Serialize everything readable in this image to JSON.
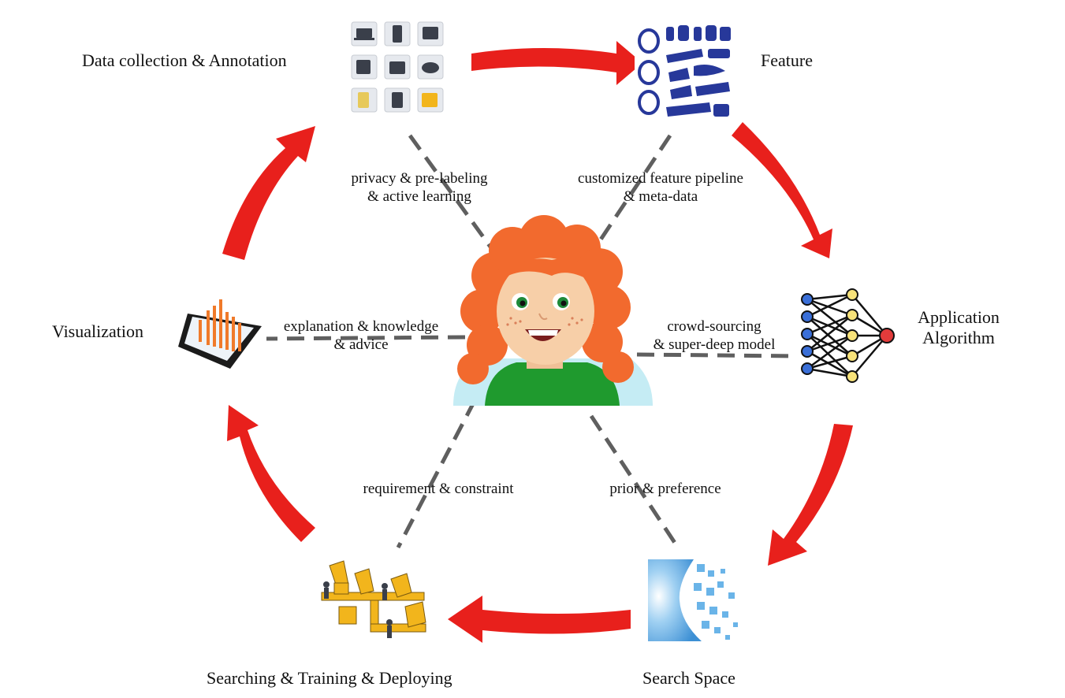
{
  "stages": {
    "data_collection": "Data collection & Annotation",
    "feature": "Feature",
    "application_algorithm": [
      "Application",
      "Algorithm"
    ],
    "search_space": "Search Space",
    "searching_training": "Searching & Training & Deploying",
    "visualization": "Visualization"
  },
  "edges": {
    "data_collection": [
      "privacy & pre-labeling",
      "& active learning"
    ],
    "feature": [
      "customized feature pipeline",
      "& meta-data"
    ],
    "application_algorithm": [
      "crowd-sourcing",
      "& super-deep model"
    ],
    "search_space": "prior & preference",
    "searching_training": "requirement & constraint",
    "visualization": [
      "explanation & knowledge",
      "& advice"
    ]
  },
  "colors": {
    "cycle_arrow": "#e8201c",
    "dashed_line": "#5f5f5f",
    "hair": "#f26a2e",
    "shirt": "#1f9a2e",
    "face": "#f7cfa8",
    "nn_blue": "#3a6fd8",
    "nn_yellow": "#f7e27a",
    "nn_red": "#e23b3b",
    "search_blue": "#5aa7e0",
    "robot_yellow": "#f2b51c",
    "feature_blue": "#27389a"
  },
  "icons": {
    "center": "person-avatar-icon",
    "data_collection": "device-grid-icon",
    "feature": "brush-strokes-icon",
    "application_algorithm": "neural-network-icon",
    "search_space": "tiled-mosaic-icon",
    "searching_training": "industrial-robots-icon",
    "visualization": "tablet-chart-icon"
  }
}
